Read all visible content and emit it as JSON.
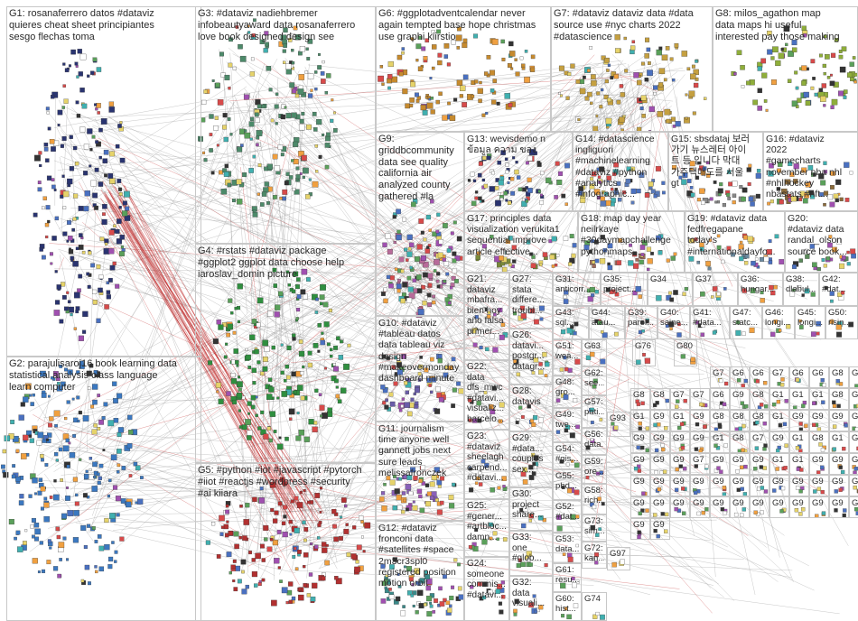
{
  "groups": [
    {
      "id": "G1",
      "label": "G1: rosanaferrero datos #dataviz\nquieres cheat sheet principiantes\nsesgo flechas toma"
    },
    {
      "id": "G2",
      "label": "G2: parajulisaroj16 book learning data\nstatistical analysis class language\nlearn computer"
    },
    {
      "id": "G3",
      "label": "G3: #dataviz nadiehbremer\ninfobeautyaward data rosanaferrero\nlove book designed design see"
    },
    {
      "id": "G4",
      "label": "G4: #rstats #dataviz package\n#ggplot2 ggplot data choose help\niaroslav_domin picture"
    },
    {
      "id": "G5",
      "label": "G5: #python #iot #javascript #pytorch\n#iiot #reactjs #wordpress #security\n#ai kiiara"
    },
    {
      "id": "G6",
      "label": "G6: #ggplotadventcalendar never\nagain tempted base hope christmas\nuse graphi kiirstio"
    },
    {
      "id": "G7",
      "label": "G7: #dataviz dataviz data #data\nsource use #nyc charts 2022\n#datascience"
    },
    {
      "id": "G8",
      "label": "G8: milos_agathon map\ndata maps hi useful\ninterested pay those making"
    },
    {
      "id": "G9",
      "label": "G9:\ngriddbcommunity\ndata see quality\ncalifornia air\nanalyzed county\ngathered #la"
    },
    {
      "id": "G10",
      "label": "G10: #dataviz\n#tableau datos\ndata tableau viz\ndesign\n#makeovermonday\ndashboard minute"
    },
    {
      "id": "G11",
      "label": "G11: journalism\ntime anyone well\ngannett jobs next\nsure leads\nmelissafronczek"
    },
    {
      "id": "G12",
      "label": "G12: #dataviz\nfronconi data\n#satellites #space\n2m3cr3spl0\nregistered position\nmotion orbit"
    },
    {
      "id": "G13",
      "label": "G13: wevisdemo n\nข้อมูล ความ ของ"
    },
    {
      "id": "G14",
      "label": "G14: #datascience\ningliguori\n#machinelearning\n#dataviz #python\n#analytics\n#infographic..."
    },
    {
      "id": "G15",
      "label": "G15: sbsdataj 보러\n가기 뉴스레터 아이\n트 등 입니다 막대\n가주택매도를 서울\ngt"
    },
    {
      "id": "G16",
      "label": "G16: #dataviz\n2022\n#gamecharts\nnovember nba nhl\n#nhlhockey\nnbastats #nft..."
    },
    {
      "id": "G17",
      "label": "G17: principles data\nvisualization verukita1\nsequential improve\narticle effective..."
    },
    {
      "id": "G18",
      "label": "G18: map day year\nneilrkaye\n#30daymapchallenge\npythonmaps..."
    },
    {
      "id": "G19",
      "label": "G19: #dataviz data\nfedfregapane\ntoday's\n#internationaldayfo..."
    },
    {
      "id": "G20",
      "label": "G20:\n#dataviz data\nrandal_olson\nsource book..."
    },
    {
      "id": "G21",
      "label": "G21:\ndataviz\nmbafra...\nbien hoy\naño falsa\nprimer..."
    },
    {
      "id": "G22",
      "label": "G22:\ndata\ndfs_mwc\n#datavi...\nvisualiz...\nbarcelo..."
    },
    {
      "id": "G23",
      "label": "G23:\n#dataviz\nsheelagh\ncarpend...\n#datavi..."
    },
    {
      "id": "G24",
      "label": "G24:\nsomeone\ncommis...\n#datavi..."
    },
    {
      "id": "G25",
      "label": "G25:\n#gener...\n#artbloc...\ndamn..."
    },
    {
      "id": "G26",
      "label": "G26:\ndatavi...\npostgr...\ndatagr..."
    },
    {
      "id": "G27",
      "label": "G27:\nstata\ndiffere...\ntroubl..."
    },
    {
      "id": "G28",
      "label": "G28:\ndatavis"
    },
    {
      "id": "G29",
      "label": "G29:\n#data...\ncouples\nsex..."
    },
    {
      "id": "G30",
      "label": "G30:\nproject\nshare..."
    },
    {
      "id": "G31",
      "label": "G31:\nanticorr..."
    },
    {
      "id": "G32",
      "label": "G32:\ndata\nvisuali..."
    },
    {
      "id": "G33",
      "label": "G33:\none\n#glob..."
    },
    {
      "id": "G34",
      "label": "G34"
    },
    {
      "id": "G35",
      "label": "G35:\nproject..."
    },
    {
      "id": "G36",
      "label": "G36:\nhungar..."
    },
    {
      "id": "G37",
      "label": "G37"
    },
    {
      "id": "G38",
      "label": "G38:\ndlabul..."
    },
    {
      "id": "G39",
      "label": "G39:\nparol..."
    },
    {
      "id": "G40",
      "label": "G40:\nsaine..."
    },
    {
      "id": "G41",
      "label": "G41:\n#data..."
    },
    {
      "id": "G42",
      "label": "G42:\n#dat..."
    },
    {
      "id": "G43",
      "label": "G43:\nsql..."
    },
    {
      "id": "G44",
      "label": "G44:\natau..."
    },
    {
      "id": "G45",
      "label": "G45:\nlongi..."
    },
    {
      "id": "G46",
      "label": "G46:\nlongi..."
    },
    {
      "id": "G47",
      "label": "G47:\nstatc..."
    },
    {
      "id": "G48",
      "label": "G48:\ngro..."
    },
    {
      "id": "G49",
      "label": "G49:\ntwe..."
    },
    {
      "id": "G50",
      "label": "G50:\nrisin..."
    },
    {
      "id": "G51",
      "label": "G51:\nwea..."
    },
    {
      "id": "G52",
      "label": "G52:\n#dat..."
    },
    {
      "id": "G53",
      "label": "G53:\ndata..."
    },
    {
      "id": "G54",
      "label": "G54:\n#gis..."
    },
    {
      "id": "G55",
      "label": "G55:\nphd..."
    },
    {
      "id": "G56",
      "label": "G56:\ndata..."
    },
    {
      "id": "G57",
      "label": "G57:\npati..."
    },
    {
      "id": "G58",
      "label": "G58:\nrich..."
    },
    {
      "id": "G59",
      "label": "G59:\nore..."
    },
    {
      "id": "G60",
      "label": "G60:\nhist..."
    },
    {
      "id": "G61",
      "label": "G61:\nresu..."
    },
    {
      "id": "G62",
      "label": "G62:\nsee..."
    },
    {
      "id": "G63",
      "label": "G63"
    },
    {
      "id": "G72",
      "label": "G72:\nkan..."
    },
    {
      "id": "G73",
      "label": "G73:\nsim..."
    },
    {
      "id": "G74",
      "label": "G74"
    },
    {
      "id": "G76",
      "label": "G76"
    },
    {
      "id": "G80",
      "label": "G80"
    },
    {
      "id": "G93",
      "label": "G93"
    },
    {
      "id": "G97",
      "label": "G97"
    }
  ],
  "small_labels": [
    "G7",
    "G6",
    "G6",
    "G7",
    "G6",
    "G6",
    "G8",
    "G9",
    "G8",
    "G8",
    "G7",
    "G7",
    "G6",
    "G9",
    "G8",
    "G1",
    "G1",
    "G1",
    "G8",
    "G1",
    "G1",
    "G9",
    "G1",
    "G9",
    "G8",
    "G8",
    "G8",
    "G1",
    "G9",
    "G9",
    "G9",
    "G1",
    "G9",
    "G9",
    "G9",
    "G9",
    "G1",
    "G8",
    "G7",
    "G9",
    "G1",
    "G8",
    "G1",
    "G9",
    "G9",
    "G9",
    "G9",
    "G7",
    "G9",
    "G9",
    "G9",
    "G1",
    "G1",
    "G9",
    "G9",
    "G9",
    "G9",
    "G9",
    "G9",
    "G9",
    "G9",
    "G9",
    "G9",
    "G9",
    "G9",
    "G9",
    "G9",
    "G9",
    "G9",
    "G9",
    "G9",
    "G9",
    "G9",
    "G9",
    "G9",
    "G9",
    "G9",
    "G9",
    "G9",
    "G9",
    "G9",
    "G9"
  ]
}
